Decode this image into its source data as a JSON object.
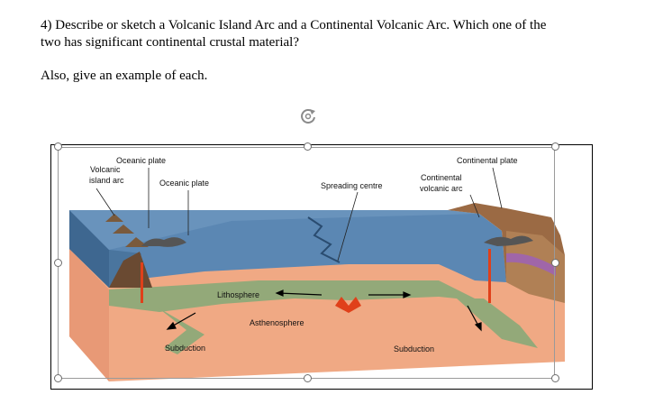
{
  "question": {
    "line1": "4) Describe or sketch a Volcanic Island Arc and a Continental Volcanic Arc.  Which one of the",
    "line2": "two has significant continental crustal material?",
    "line3": "Also, give an example of each."
  },
  "diagram": {
    "labels": {
      "oceanic_plate_top": "Oceanic plate",
      "volcanic_island_arc_1": "Volcanic",
      "volcanic_island_arc_2": "island arc",
      "oceanic_plate_mid": "Oceanic plate",
      "spreading_centre": "Spreading centre",
      "continental_plate": "Continental plate",
      "continental_volcanic_arc_1": "Continental",
      "continental_volcanic_arc_2": "volcanic arc",
      "lithosphere": "Lithosphere",
      "asthenosphere": "Asthenosphere",
      "subduction_left": "Subduction",
      "subduction_right": "Subduction"
    },
    "colors": {
      "ocean": "#5b87b3",
      "ocean_dark": "#3e6790",
      "lithosphere": "#93a979",
      "asthenosphere": "#f0a984",
      "magma": "#e0401a",
      "continent": "#9b6a44"
    }
  }
}
